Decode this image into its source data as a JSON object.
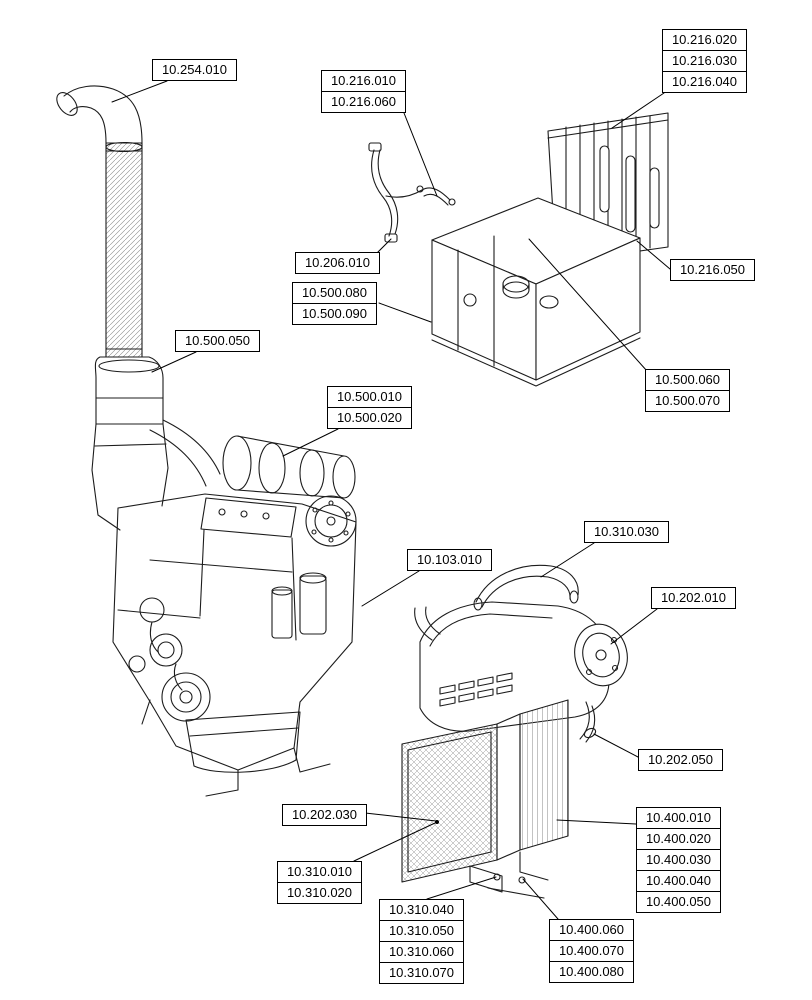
{
  "page": {
    "background": "#ffffff",
    "line_color": "#000000"
  },
  "callout_groups": [
    {
      "labels": [
        "10.254.010"
      ]
    },
    {
      "labels": [
        "10.216.010",
        "10.216.060"
      ]
    },
    {
      "labels": [
        "10.216.020",
        "10.216.030",
        "10.216.040"
      ]
    },
    {
      "labels": [
        "10.216.050"
      ]
    },
    {
      "labels": [
        "10.206.010"
      ]
    },
    {
      "labels": [
        "10.500.080",
        "10.500.090"
      ]
    },
    {
      "labels": [
        "10.500.050"
      ]
    },
    {
      "labels": [
        "10.500.010",
        "10.500.020"
      ]
    },
    {
      "labels": [
        "10.500.060",
        "10.500.070"
      ]
    },
    {
      "labels": [
        "10.310.030"
      ]
    },
    {
      "labels": [
        "10.103.010"
      ]
    },
    {
      "labels": [
        "10.202.010"
      ]
    },
    {
      "labels": [
        "10.202.050"
      ]
    },
    {
      "labels": [
        "10.202.030"
      ]
    },
    {
      "labels": [
        "10.400.010",
        "10.400.020",
        "10.400.030",
        "10.400.040",
        "10.400.050"
      ]
    },
    {
      "labels": [
        "10.310.010",
        "10.310.020"
      ]
    },
    {
      "labels": [
        "10.310.040",
        "10.310.050",
        "10.310.060",
        "10.310.070"
      ]
    },
    {
      "labels": [
        "10.400.060",
        "10.400.070",
        "10.400.080"
      ]
    }
  ]
}
